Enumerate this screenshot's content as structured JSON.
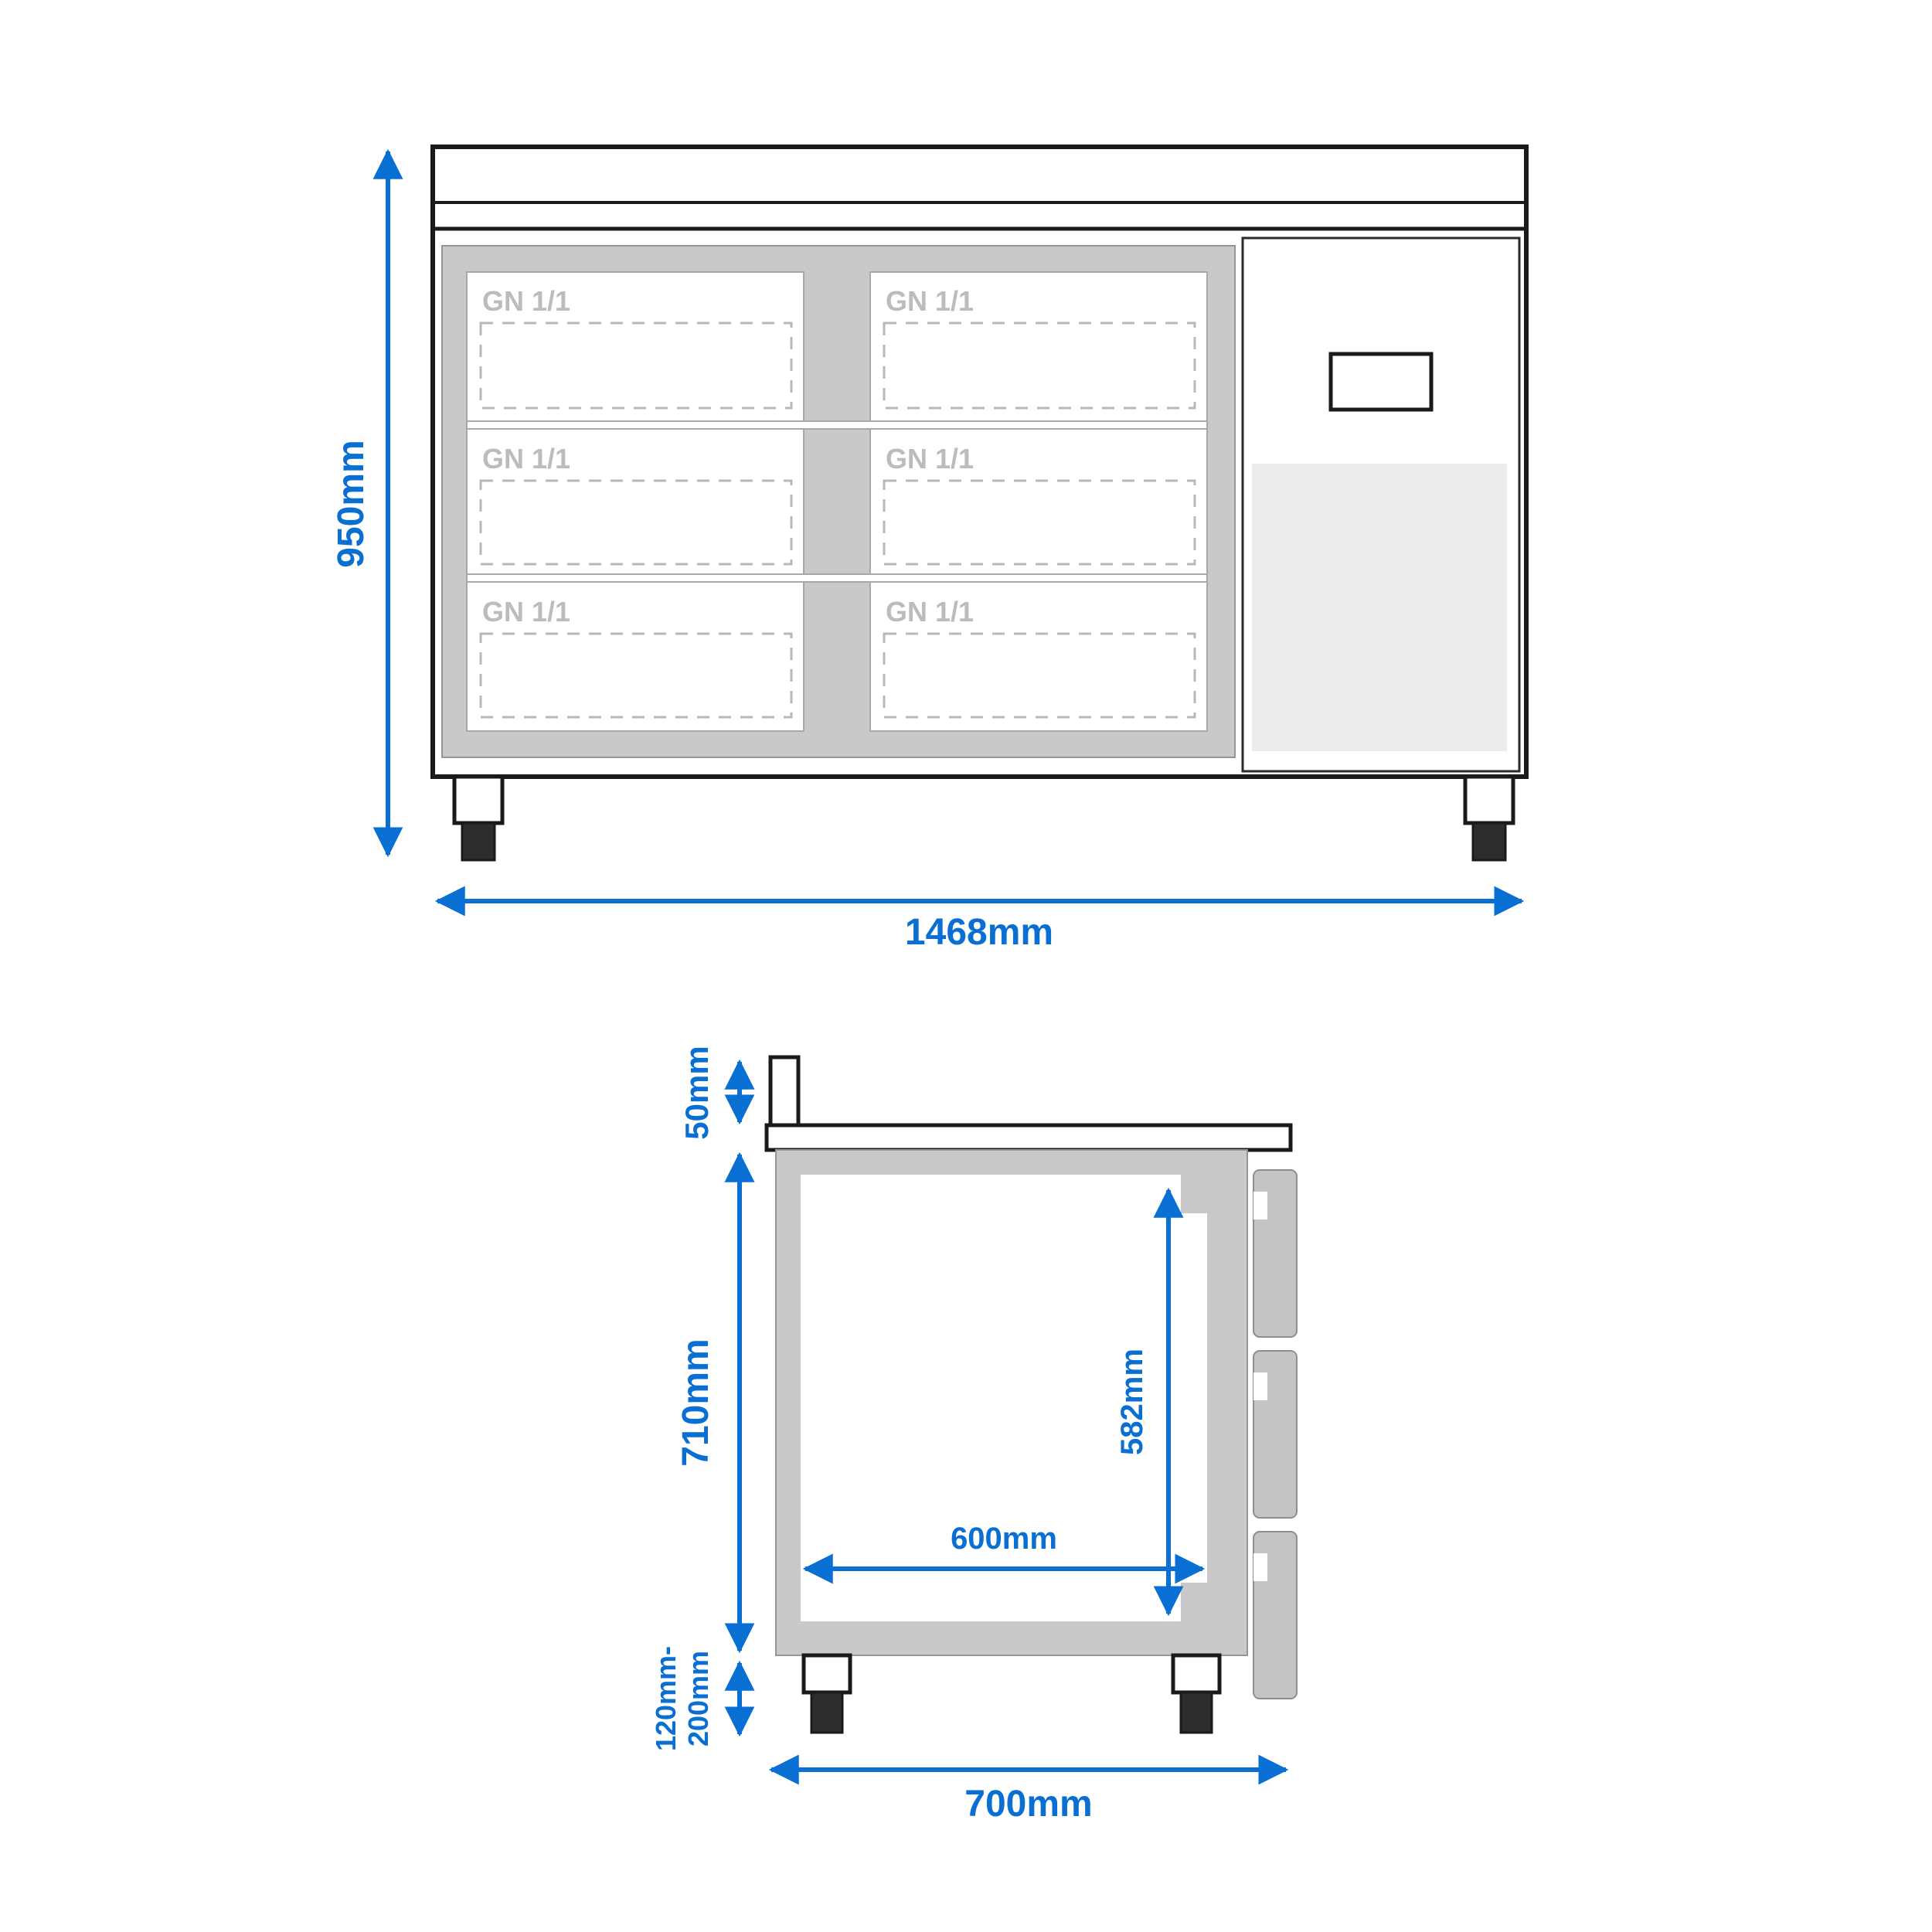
{
  "diagram": {
    "type": "technical-dimension-drawing",
    "subject": "refrigerated-counter-front-and-side-view"
  },
  "colors": {
    "accent_blue": "#0A6FD2",
    "frame_gray": "#C9C9C9",
    "label_gray": "#BCBCBC",
    "vent_gray": "#ECECEC",
    "line_black": "#1A1A1A"
  },
  "front_view": {
    "compartments": [
      "GN 1/1",
      "GN 1/1",
      "GN 1/1",
      "GN 1/1",
      "GN 1/1",
      "GN 1/1"
    ],
    "height_label": "950mm",
    "width_label": "1468mm"
  },
  "side_view": {
    "backsplash_label": "50mm",
    "body_height_label": "710mm",
    "feet_label_line1": "120mm-",
    "feet_label_line2": "200mm",
    "inner_height_label": "582mm",
    "inner_width_label": "600mm",
    "depth_label": "700mm"
  }
}
